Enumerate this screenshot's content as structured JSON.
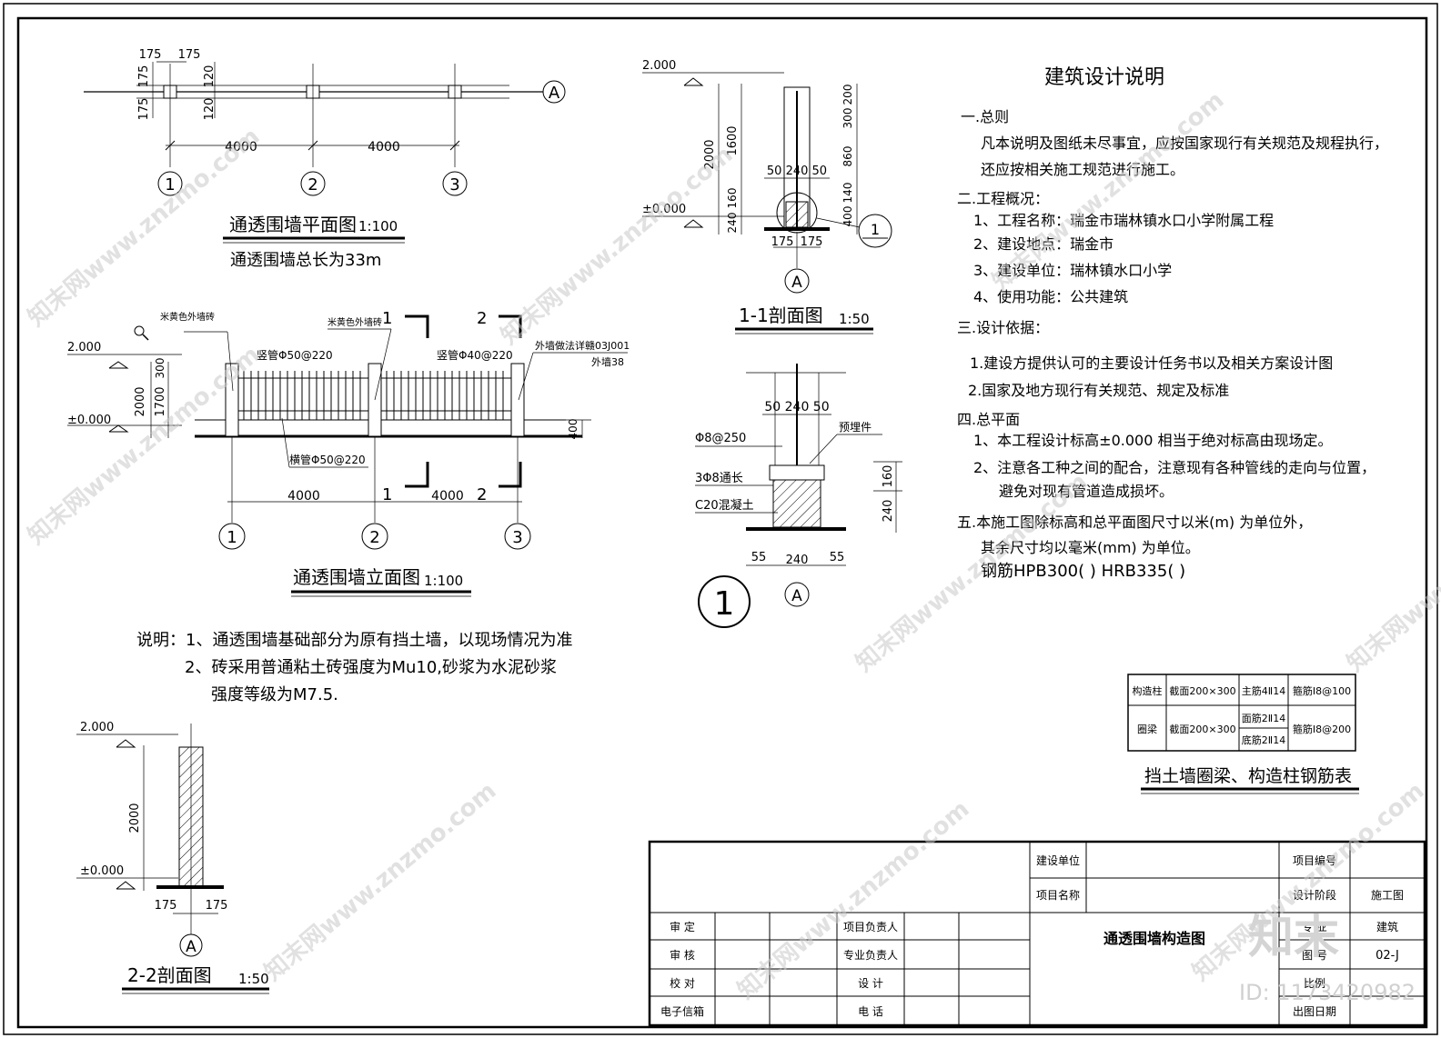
{
  "plan": {
    "dim_top_a": "175",
    "dim_top_b": "175",
    "dim_left_a": "175",
    "dim_left_b": "175",
    "dim_right_a": "120",
    "dim_right_b": "120",
    "span_1": "4000",
    "span_2": "4000",
    "axis_a": "A",
    "axis_1": "1",
    "axis_2": "2",
    "axis_3": "3",
    "title": "通透围墙平面图",
    "scale": "1:100",
    "subtitle": "通透围墙总长为33m"
  },
  "elevation": {
    "label_brick_left": "米黄色外墙砖",
    "label_brick_mid": "米黄色外墙砖",
    "label_outer": "外墙做法详赣03J001",
    "label_outer_2": "外墙38",
    "vert_pipe_1": "竖管Φ50@220",
    "vert_pipe_2": "竖管Φ40@220",
    "horiz_pipe": "横管Φ50@220",
    "elev_top": "2.000",
    "elev_zero": "±0.000",
    "dim_total": "2000",
    "dim_a": "1700",
    "dim_b": "300",
    "dim_c": "400",
    "span_1": "4000",
    "span_2": "4000",
    "cut_1": "1",
    "cut_2": "2",
    "axis_1": "1",
    "axis_2": "2",
    "axis_3": "3",
    "title": "通透围墙立面图",
    "scale": "1:100"
  },
  "notes_left": {
    "line1": "说明：1、通透围墙基础部分为原有挡土墙，以现场情况为准",
    "line2": "2、砖采用普通粘土砖强度为Mu10,砂浆为水泥砂浆",
    "line3": "强度等级为M7.5."
  },
  "section22": {
    "elev_top": "2.000",
    "elev_zero": "±0.000",
    "dim": "2000",
    "dim_l": "175",
    "dim_r": "175",
    "axis": "A",
    "title": "2-2剖面图",
    "scale": "1:50"
  },
  "section11": {
    "elev_top": "2.000",
    "elev_zero": "±0.000",
    "dim_1600": "1600",
    "dim_2000": "2000",
    "dim_160": "160",
    "dim_240": "240",
    "dim_200": "200",
    "dim_300": "300",
    "dim_860": "860",
    "dim_140": "140",
    "dim_400": "400",
    "top_w": "50 240 50",
    "bot_l": "175",
    "bot_r": "175",
    "axis": "A",
    "detail": "1",
    "title": "1-1剖面图",
    "scale": "1:50"
  },
  "detail1": {
    "top_w": "50 240 50",
    "rebar_1": "Φ8@250",
    "rebar_2": "3Φ8通长",
    "concrete": "C20混凝土",
    "embed": "预埋件",
    "dim_160": "160",
    "dim_240": "240",
    "bot_l": "55",
    "bot_m": "240",
    "bot_r": "55",
    "axis": "A",
    "label": "1"
  },
  "design_notes": {
    "title": "建筑设计说明",
    "s1": "一.总则",
    "s1_l1": "凡本说明及图纸未尽事宜，应按国家现行有关规范及规程执行，",
    "s1_l2": "还应按相关施工规范进行施工。",
    "s2": "二.工程概况：",
    "s2_l1": "1、工程名称：瑞金市瑞林镇水口小学附属工程",
    "s2_l2": "2、建设地点：瑞金市",
    "s2_l3": "3、建设单位：瑞林镇水口小学",
    "s2_l4": "4、使用功能：公共建筑",
    "s3": "三.设计依据：",
    "s3_l1": "1.建设方提供认可的主要设计任务书以及相关方案设计图",
    "s3_l2": "2.国家及地方现行有关规范、规定及标准",
    "s4": "四.总平面",
    "s4_l1": "1、本工程设计标高±0.000 相当于绝对标高由现场定。",
    "s4_l2": "2、注意各工种之间的配合，注意现有各种管线的走向与位置，",
    "s4_l3": "避免对现有管道造成损坏。",
    "s5": "五.本施工图除标高和总平面图尺寸以米(m) 为单位外，",
    "s5_l2": "其余尺寸均以毫米(mm) 为单位。",
    "s5_l3": "钢筋HPB300( ) HRB335( )"
  },
  "rebar_table": {
    "r1_name": "构造柱",
    "r1_sec": "截面200×300",
    "r1_main": "主筋4Ⅱ14",
    "r1_stir": "箍筋Ⅰ8@100",
    "r2_name": "圈梁",
    "r2_sec": "截面200×300",
    "r2_top": "面筋2Ⅱ14",
    "r2_bot": "底筋2Ⅱ14",
    "r2_stir": "箍筋Ⅰ8@200",
    "title": "挡土墙圈梁、构造柱钢筋表"
  },
  "title_block": {
    "build_unit": "建设单位",
    "project_name": "项目名称",
    "project_no": "项目编号",
    "design_stage": "设计阶段",
    "stage_value": "施工图",
    "major": "专 业",
    "major_value": "建筑",
    "drawing_no": "图 号",
    "drawing_value": "02-J",
    "scale_label": "比例",
    "date_label": "出图日期",
    "approve": "审 定",
    "check": "审 核",
    "proof": "校 对",
    "e_sign": "电子信箱",
    "proj_lead": "项目负责人",
    "major_lead": "专业负责人",
    "design": "设 计",
    "phone": "电 话",
    "drawing_title": "通透围墙构造图"
  },
  "watermark": {
    "text": "知末网www.znzmo.com",
    "logo": "知末",
    "id": "ID: 1173420982"
  }
}
